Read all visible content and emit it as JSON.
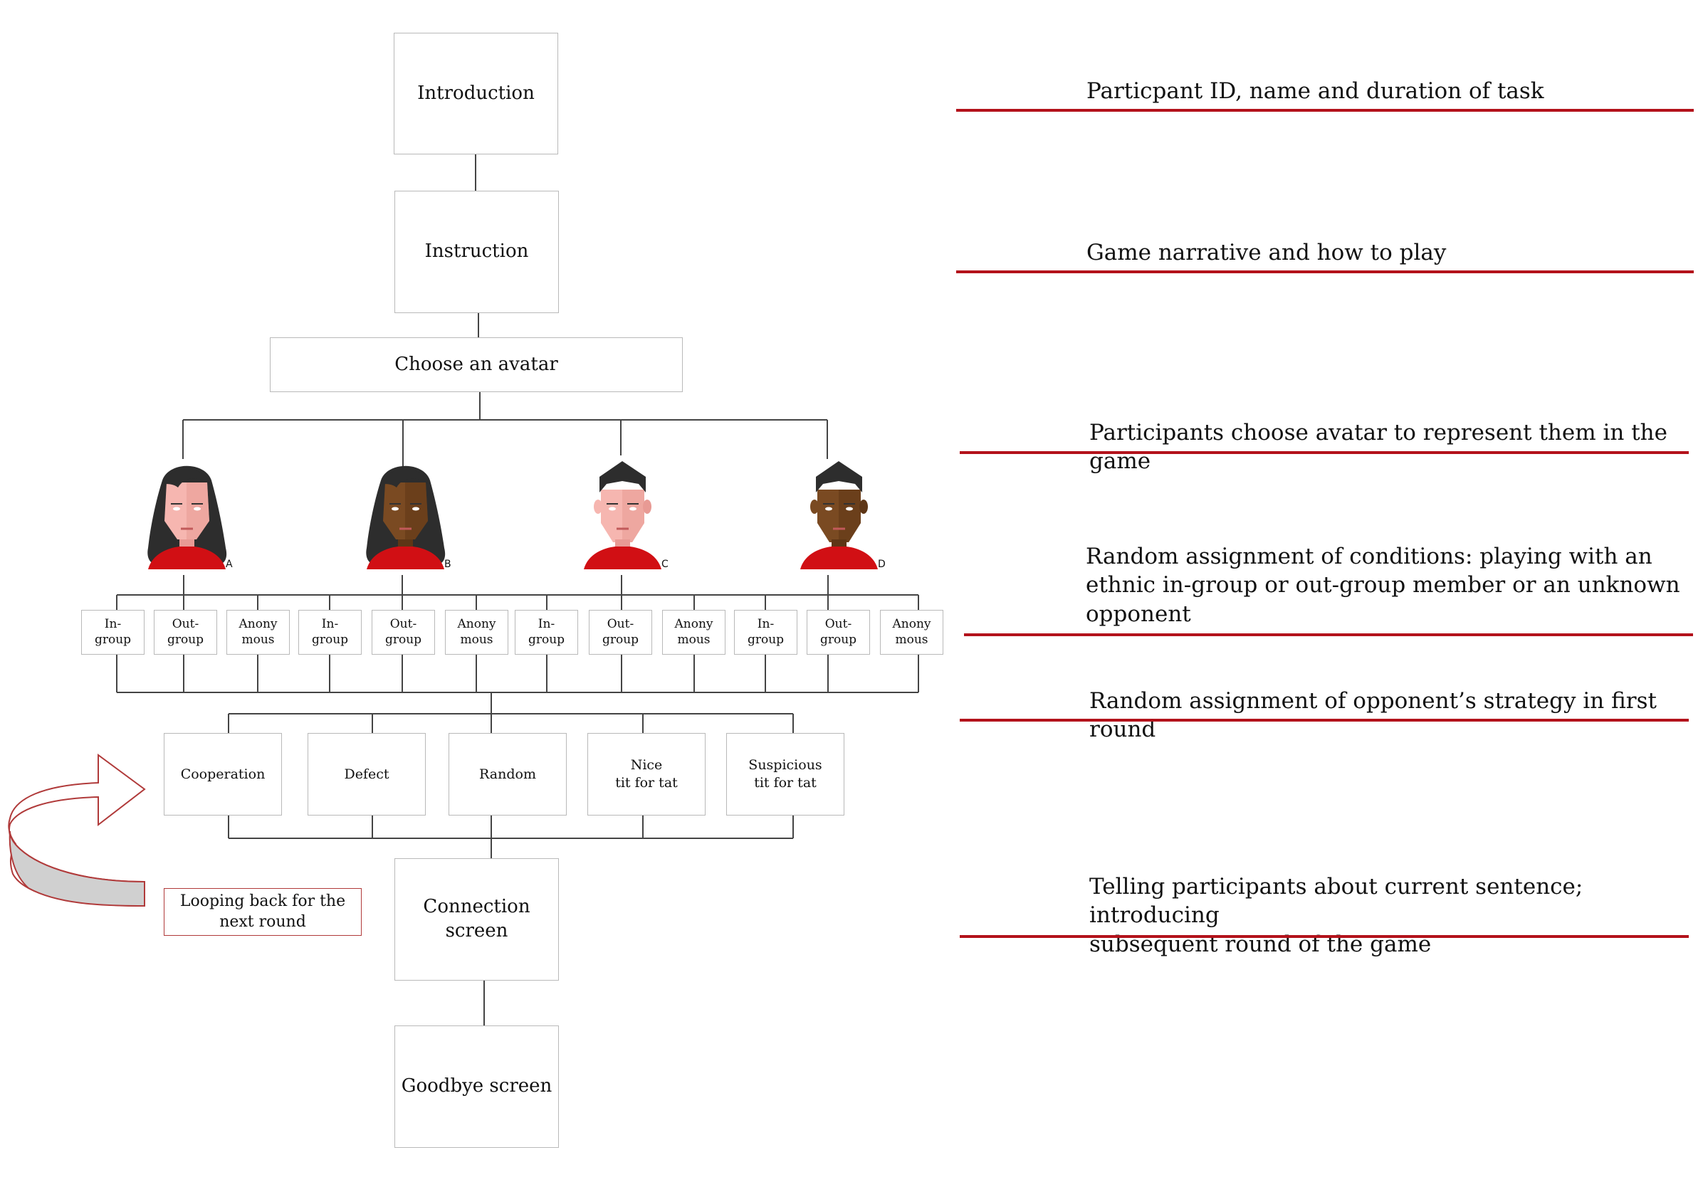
{
  "flow": {
    "introduction": "Introduction",
    "instruction": "Instruction",
    "choose_avatar": "Choose an avatar",
    "connection_screen": "Connection\nscreen",
    "goodbye_screen": "Goodbye screen",
    "loop_label": "Looping back for the\nnext round"
  },
  "avatars": [
    {
      "letter": "A",
      "skin": "#f6b6b0",
      "hair": "#2d2d2d",
      "type": "female"
    },
    {
      "letter": "B",
      "skin": "#7a4a22",
      "hair": "#2d2d2d",
      "type": "female"
    },
    {
      "letter": "C",
      "skin": "#f6b6b0",
      "hair": "#2d2d2d",
      "type": "male"
    },
    {
      "letter": "D",
      "skin": "#7a4a22",
      "hair": "#2d2d2d",
      "type": "male"
    }
  ],
  "conditions": [
    "In-\ngroup",
    "Out-\ngroup",
    "Anony\nmous",
    "In-\ngroup",
    "Out-\ngroup",
    "Anony\nmous",
    "In-\ngroup",
    "Out-\ngroup",
    "Anony\nmous",
    "In-\ngroup",
    "Out-\ngroup",
    "Anony\nmous"
  ],
  "strategies": [
    "Cooperation",
    "Defect",
    "Random",
    "Nice\ntit for tat",
    "Suspicious\ntit for tat"
  ],
  "descriptions": [
    "Particpant ID, name and duration of task",
    "Game narrative and how to play",
    "Participants choose avatar to represent them in the game",
    "Random assignment of conditions: playing with an\nethnic in-group or out-group member or an unknown\nopponent",
    "Random assignment of opponent’s strategy in first round",
    "Telling participants about current sentence; introducing\nsubsequent round of the game"
  ],
  "colors": {
    "rule": "#b3121b",
    "shirt": "#d10f14",
    "box_border": "#b9b9b9",
    "arrow_border": "#b03a3a",
    "arrow_fill": "#d0d0d0"
  }
}
